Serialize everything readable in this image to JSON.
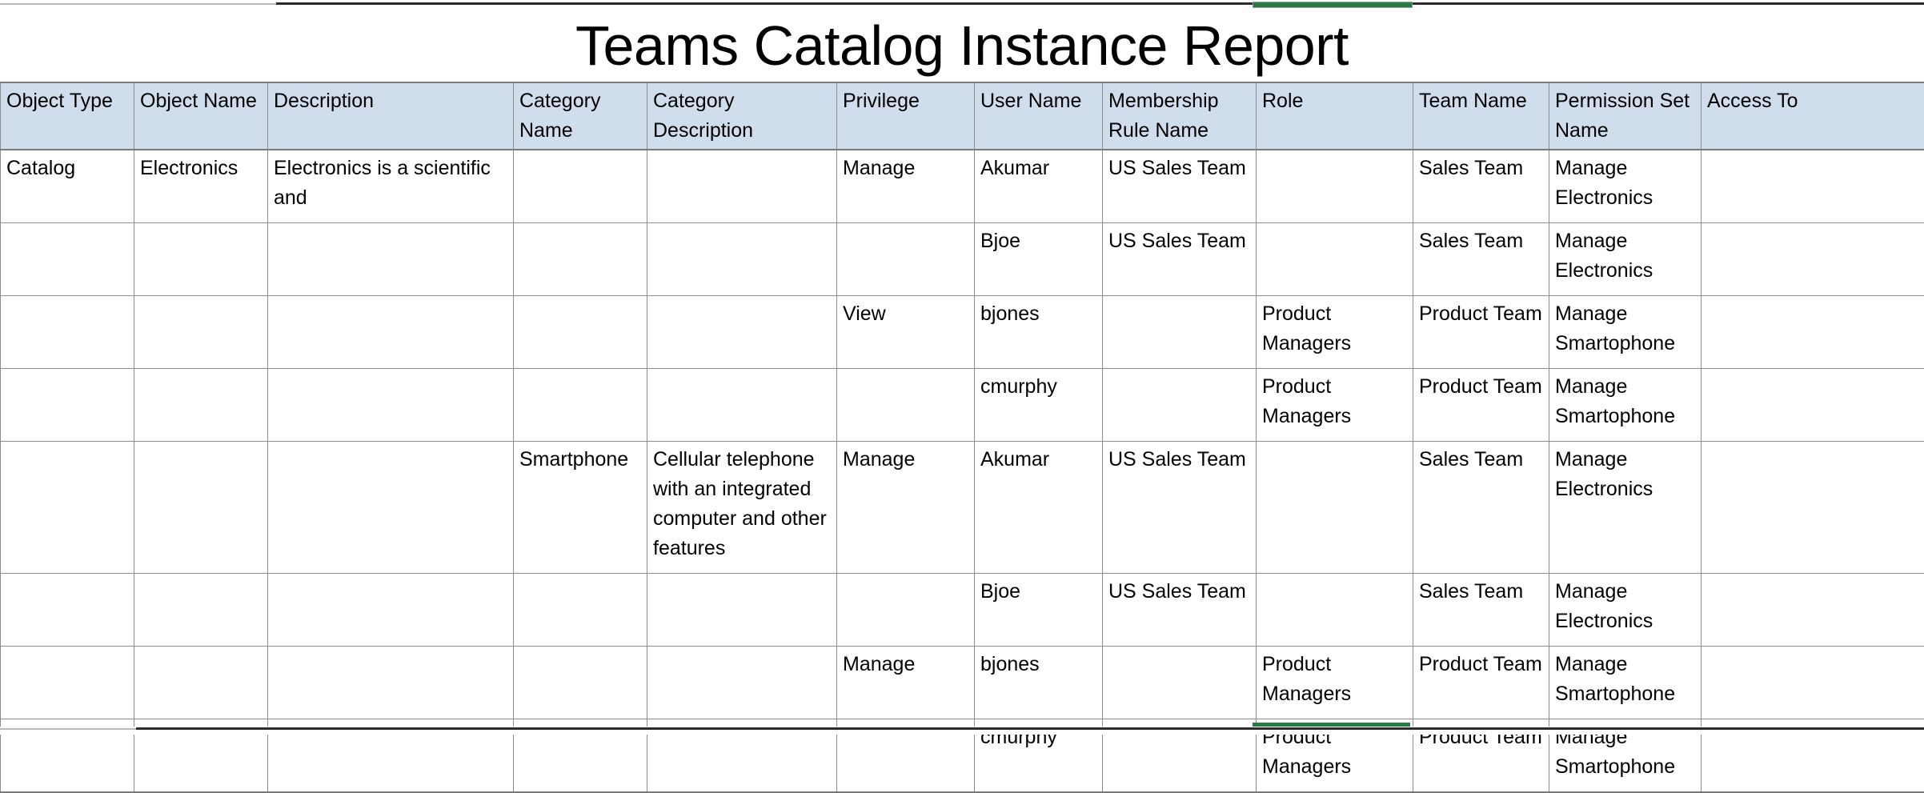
{
  "document": {
    "title": "Teams Catalog Instance Report",
    "accent_selection_color": "#287c43",
    "header_fill_color": "#cfdded",
    "grid_line_color": "#8d8d8d"
  },
  "table": {
    "columns": [
      "Object Type",
      "Object Name",
      "Description",
      "Category Name",
      "Category Description",
      "Privilege",
      "User Name",
      "Membership Rule Name",
      "Role",
      "Team Name",
      "Permission Set Name",
      "Access To"
    ],
    "rows": [
      {
        "object_type": "Catalog",
        "object_name": "Electronics",
        "description": "Electronics is a scientific and",
        "category_name": "",
        "category_description": "",
        "privilege": "Manage",
        "user_name": "Akumar",
        "membership_rule_name": "US Sales Team",
        "role": "",
        "team_name": "Sales Team",
        "permission_set_name": "Manage Electronics",
        "access_to": ""
      },
      {
        "object_type": "",
        "object_name": "",
        "description": "",
        "category_name": "",
        "category_description": "",
        "privilege": "",
        "user_name": "Bjoe",
        "membership_rule_name": "US Sales Team",
        "role": "",
        "team_name": "Sales Team",
        "permission_set_name": "Manage Electronics",
        "access_to": ""
      },
      {
        "object_type": "",
        "object_name": "",
        "description": "",
        "category_name": "",
        "category_description": "",
        "privilege": "View",
        "user_name": "bjones",
        "membership_rule_name": "",
        "role": "Product Managers",
        "team_name": "Product Team",
        "permission_set_name": "Manage Smartophone",
        "access_to": ""
      },
      {
        "object_type": "",
        "object_name": "",
        "description": "",
        "category_name": "",
        "category_description": "",
        "privilege": "",
        "user_name": "cmurphy",
        "membership_rule_name": "",
        "role": "Product Managers",
        "team_name": "Product Team",
        "permission_set_name": "Manage Smartophone",
        "access_to": ""
      },
      {
        "object_type": "",
        "object_name": "",
        "description": "",
        "category_name": "Smartphone",
        "category_description": "Cellular telephone with an integrated computer and other features",
        "privilege": "Manage",
        "user_name": "Akumar",
        "membership_rule_name": "US Sales Team",
        "role": "",
        "team_name": "Sales Team",
        "permission_set_name": "Manage Electronics",
        "access_to": ""
      },
      {
        "object_type": "",
        "object_name": "",
        "description": "",
        "category_name": "",
        "category_description": "",
        "privilege": "",
        "user_name": "Bjoe",
        "membership_rule_name": "US Sales Team",
        "role": "",
        "team_name": "Sales Team",
        "permission_set_name": "Manage Electronics",
        "access_to": ""
      },
      {
        "object_type": "",
        "object_name": "",
        "description": "",
        "category_name": "",
        "category_description": "",
        "privilege": "Manage",
        "user_name": "bjones",
        "membership_rule_name": "",
        "role": "Product Managers",
        "team_name": "Product Team",
        "permission_set_name": "Manage Smartophone",
        "access_to": ""
      },
      {
        "object_type": "",
        "object_name": "",
        "description": "",
        "category_name": "",
        "category_description": "",
        "privilege": "",
        "user_name": "cmurphy",
        "membership_rule_name": "",
        "role": "Product Managers",
        "team_name": "Product Team",
        "permission_set_name": "Manage Smartophone",
        "access_to": ""
      }
    ]
  }
}
